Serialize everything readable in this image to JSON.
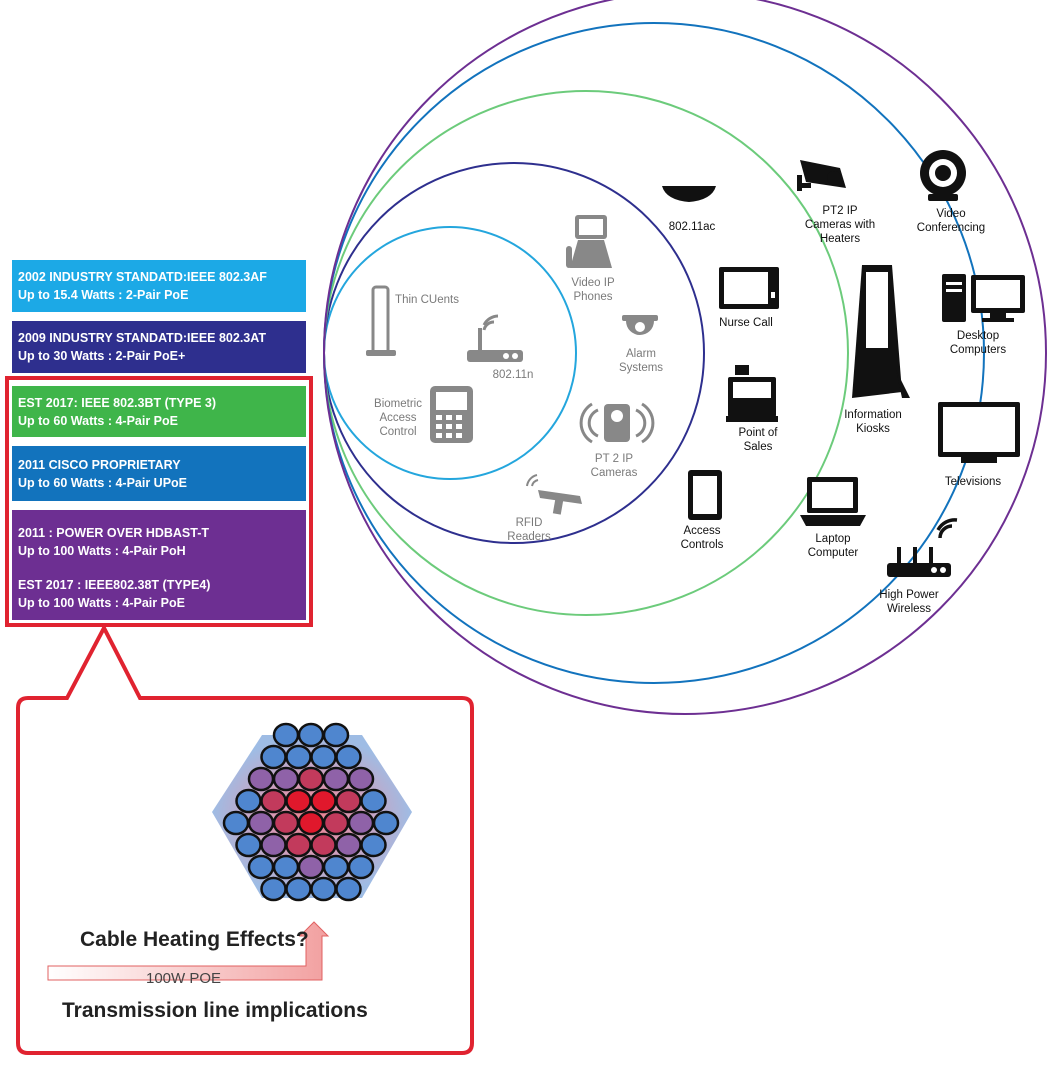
{
  "colors": {
    "band_af": "#1ca9e6",
    "band_at": "#2e2f8e",
    "band_bt3": "#3fb54a",
    "band_upoe": "#1273bd",
    "band_hdbaset": "#6d2f92",
    "callout_border": "#e02330",
    "ring_inner": "#24a6dd",
    "ring_2": "#2e2f8e",
    "ring_3": "#6ccb7b",
    "ring_4": "#1273bd",
    "ring_outer": "#6d2f92"
  },
  "standards": [
    {
      "line1": "2002 INDUSTRY STANDATD:IEEE 802.3AF",
      "line2": "Up to 15.4 Watts : 2-Pair PoE"
    },
    {
      "line1": "2009 INDUSTRY STANDATD:IEEE 802.3AT",
      "line2": "Up to 30 Watts : 2-Pair PoE+"
    },
    {
      "line1": "EST 2017: IEEE 802.3BT (TYPE 3)",
      "line2": "Up to 60 Watts : 4-Pair PoE"
    },
    {
      "line1": "2011 CISCO PROPRIETARY",
      "line2": "Up to 60 Watts : 4-Pair UPoE"
    },
    {
      "line1": "2011 : POWER OVER HDBAST-T",
      "line2": "Up to 100 Watts : 4-Pair PoH",
      "line3": "EST 2017 : IEEE802.38T (TYPE4)",
      "line4": "Up to 100 Watts : 4-Pair PoE"
    }
  ],
  "callout": {
    "title": "Cable Heating Effects?",
    "arrow_label": "100W POE",
    "footer": "Transmission line implications"
  },
  "devices": {
    "thin_clients": "Thin CUents",
    "w80211n": "802.11n",
    "biometric": [
      "Biometric",
      "Access",
      "Control"
    ],
    "video_ip_phones": [
      "Video IP",
      "Phones"
    ],
    "alarm_systems": [
      "Alarm",
      "Systems"
    ],
    "pt2_ip_cameras": [
      "PT 2 IP",
      "Cameras"
    ],
    "rfid_readers": [
      "RFID",
      "Readers"
    ],
    "w80211ac": "802.11ac",
    "nurse_call": "Nurse Call",
    "point_of_sales": [
      "Point of",
      "Sales"
    ],
    "access_controls": [
      "Access",
      "Controls"
    ],
    "pt2_cameras_heaters": [
      "PT2 IP",
      "Cameras with",
      "Heaters"
    ],
    "information_kiosks": [
      "Information",
      "Kiosks"
    ],
    "laptop_computer": [
      "Laptop",
      "Computer"
    ],
    "video_conferencing": [
      "Video",
      "Conferencing"
    ],
    "desktop_computers": [
      "Desktop",
      "Computers"
    ],
    "televisions": "Televisions",
    "high_power_wireless": [
      "High Power",
      "Wireless"
    ]
  },
  "icons": [
    "thin-client-icon",
    "router-icon",
    "keypad-icon",
    "video-phone-icon",
    "dome-camera-icon",
    "ip-camera-icon",
    "rfid-reader-icon",
    "access-point-icon",
    "monitor-icon",
    "cash-register-icon",
    "tablet-icon",
    "ptz-camera-icon",
    "kiosk-icon",
    "laptop-icon",
    "webcam-icon",
    "desktop-icon",
    "television-icon",
    "wireless-router-icon"
  ]
}
